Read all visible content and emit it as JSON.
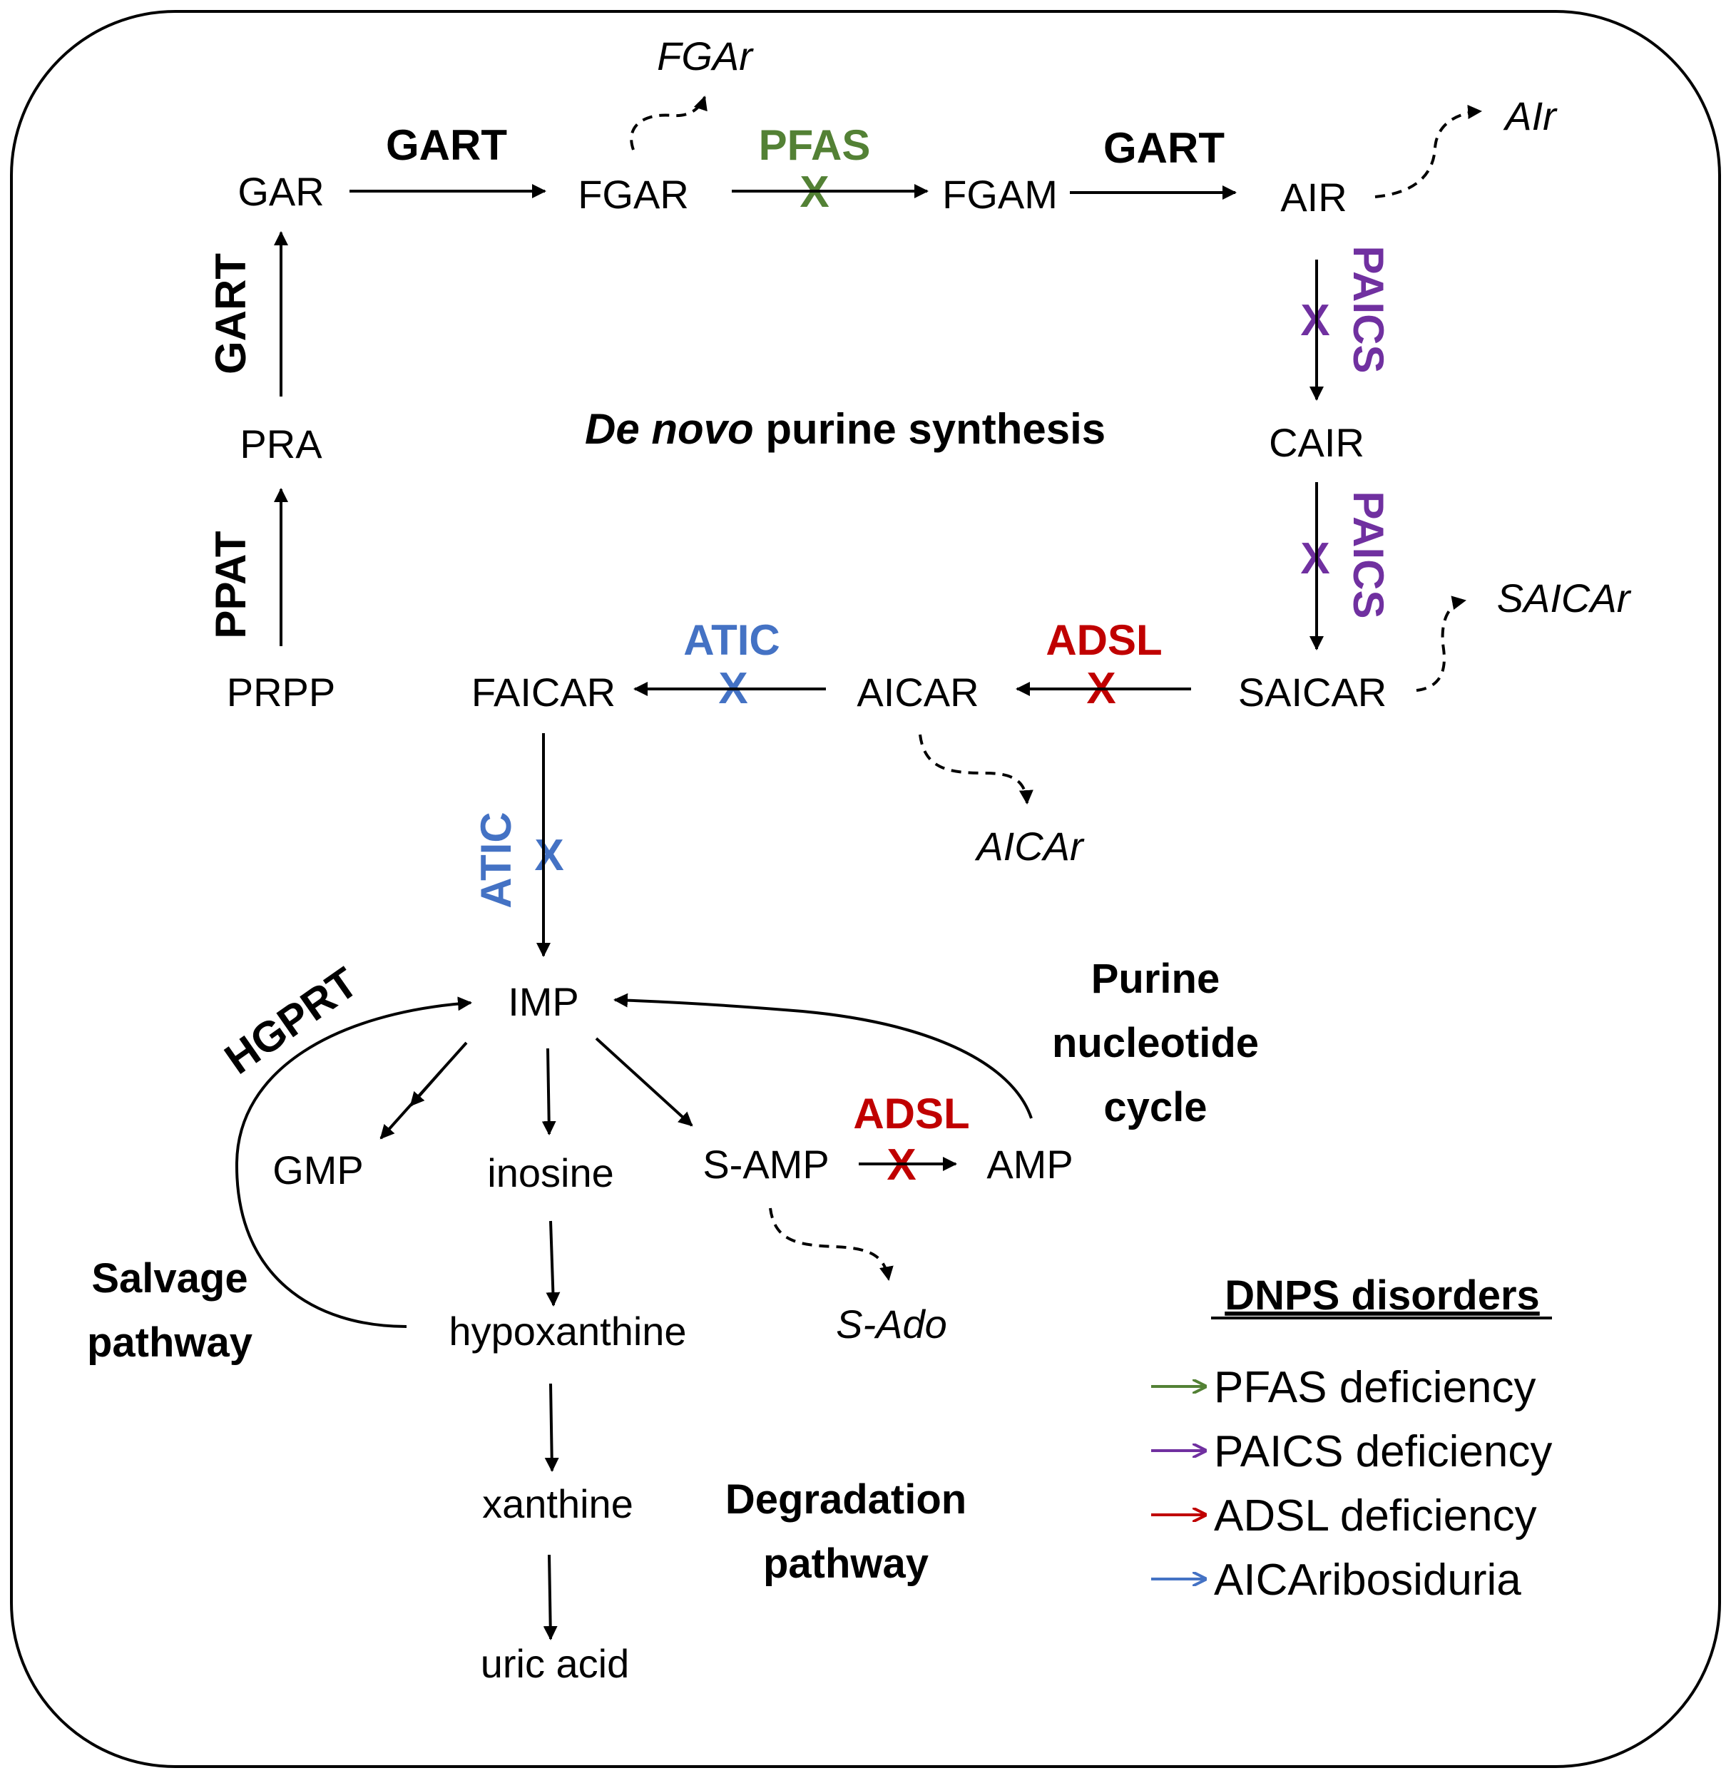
{
  "colors": {
    "black": "#000000",
    "pfas": "#538135",
    "paics": "#7030A0",
    "adsl": "#C00000",
    "atic": "#4472C4"
  },
  "metabolites": {
    "gar": "GAR",
    "fgar": "FGAR",
    "fgam": "FGAM",
    "air": "AIR",
    "cair": "CAIR",
    "saicar": "SAICAR",
    "aicar": "AICAR",
    "faicar": "FAICAR",
    "prpp": "PRPP",
    "pra": "PRA",
    "imp": "IMP",
    "gmp": "GMP",
    "inosine": "inosine",
    "samp": "S-AMP",
    "amp": "AMP",
    "hypoxanthine": "hypoxanthine",
    "xanthine": "xanthine",
    "uric_acid": "uric acid"
  },
  "byproducts": {
    "fgar_r": "FGAr",
    "air_r": "AIr",
    "saicar_r": "SAICAr",
    "aicar_r": "AICAr",
    "s_ado": "S-Ado"
  },
  "enzymes": {
    "gart_top_1": "GART",
    "gart_top_2": "GART",
    "gart_left": "GART",
    "ppat": "PPAT",
    "pfas": "PFAS",
    "paics_1": "PAICS",
    "paics_2": "PAICS",
    "adsl_1": "ADSL",
    "adsl_2": "ADSL",
    "atic_1": "ATIC",
    "atic_2": "ATIC",
    "hgprt": "HGPRT"
  },
  "block_mark": "X",
  "titles": {
    "dnps_italic": "De novo",
    "dnps_rest": " purine synthesis",
    "pnc_1": "Purine",
    "pnc_2": "nucleotide",
    "pnc_3": "cycle",
    "salvage_1": "Salvage",
    "salvage_2": "pathway",
    "degradation_1": "Degradation",
    "degradation_2": "pathway"
  },
  "legend": {
    "title": "DNPS disorders",
    "items": [
      {
        "label": "PFAS deficiency",
        "color": "#538135"
      },
      {
        "label": "PAICS deficiency",
        "color": "#7030A0"
      },
      {
        "label": "ADSL deficiency",
        "color": "#C00000"
      },
      {
        "label": "AICAribosiduria",
        "color": "#4472C4"
      }
    ]
  }
}
